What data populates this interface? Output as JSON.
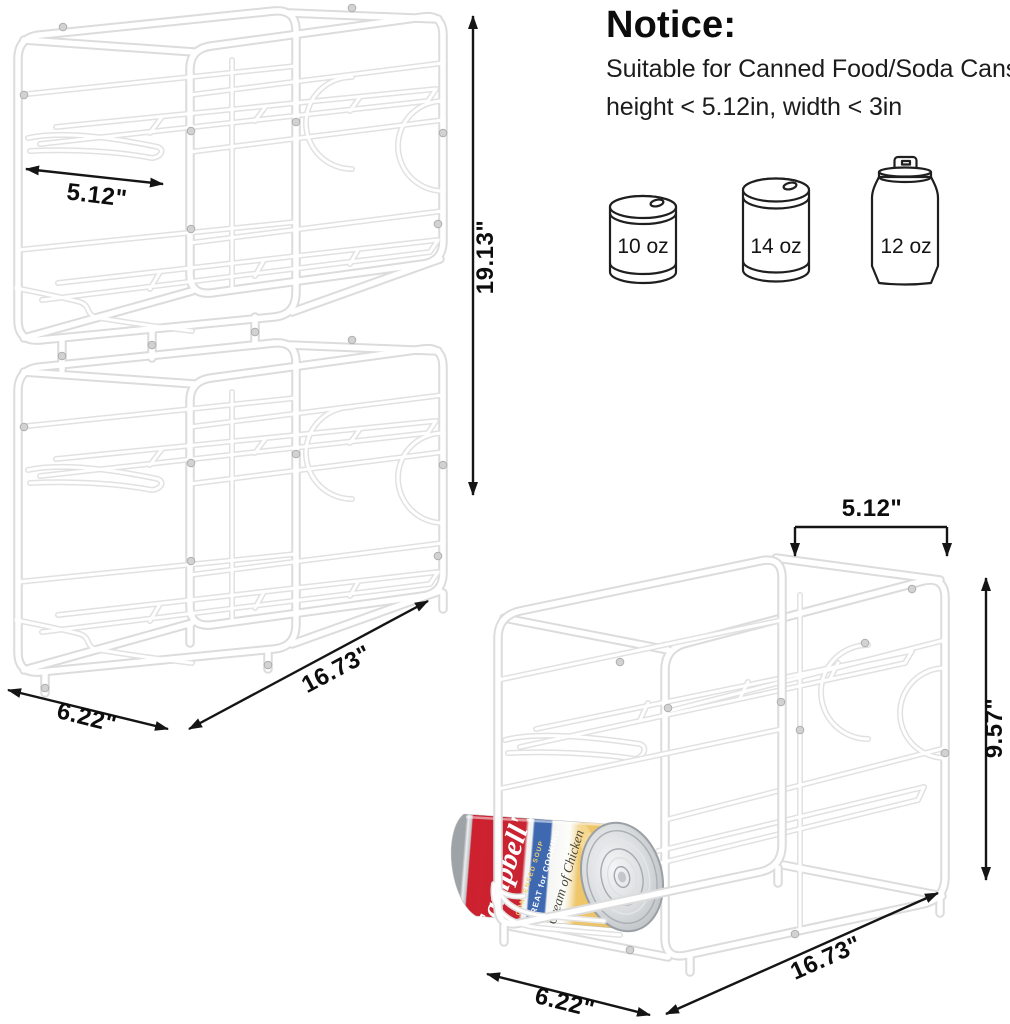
{
  "notice": {
    "heading": "Notice:",
    "line1": "Suitable for Canned Food/Soda Cans",
    "line2": "height < 5.12in, width < 3in"
  },
  "can_icons": [
    {
      "label": "10 oz"
    },
    {
      "label": "14 oz"
    },
    {
      "label": "12 oz"
    }
  ],
  "stacked_rack": {
    "shelf_width": "5.12\"",
    "height": "19.13\"",
    "length": "16.73\"",
    "depth": "6.22\""
  },
  "single_rack": {
    "top_width": "5.12\"",
    "height": "9.57\"",
    "length": "16.73\"",
    "depth": "6.22\""
  },
  "soup_can": {
    "brand": "Campbell's",
    "sub": "CONDENSED SOUP",
    "band": "GREAT for COOKING",
    "variety": "Cream of Chicken"
  },
  "colors": {
    "wire": "#e1e1e1",
    "dimension": "#151515",
    "can_red": "#ce2130",
    "can_blue": "#3e68b0",
    "can_yellow": "#efc66a"
  }
}
